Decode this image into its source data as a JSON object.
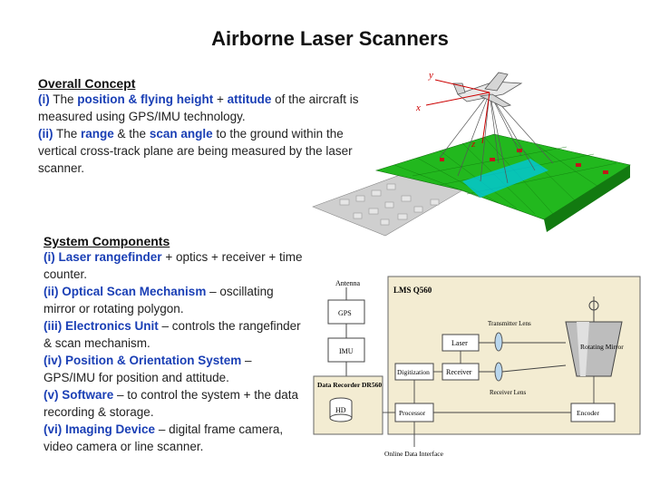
{
  "title": "Airborne Laser Scanners",
  "concept": {
    "heading": "Overall Concept",
    "p1": {
      "num": "(i)",
      "a": "The ",
      "b": "position & flying height",
      "c": " + ",
      "d": "attitude",
      "e": " of the aircraft is measured using GPS/IMU technology."
    },
    "p2": {
      "num": "(ii)",
      "a": "The ",
      "b": "range",
      "c": " & the ",
      "d": "scan angle",
      "e": " to the ground within the vertical cross-track plane are being measured by the laser scanner."
    }
  },
  "components": {
    "heading": "System Components",
    "items": [
      {
        "num": "(i)",
        "name": "Laser rangefinder",
        "rest": " + optics + receiver + time counter."
      },
      {
        "num": "(ii)",
        "name": "Optical Scan Mechanism",
        "rest": " – oscillating mirror or rotating polygon."
      },
      {
        "num": "(iii)",
        "name": "Electronics Unit",
        "rest": " – controls the rangefinder & scan mechanism."
      },
      {
        "num": "(iv)",
        "name": "Position & Orientation System",
        "rest": " – GPS/IMU for position and attitude."
      },
      {
        "num": "(v)",
        "name": "Software",
        "rest": " – to control the system + the data recording & storage."
      },
      {
        "num": "(vi)",
        "name": "Imaging Device",
        "rest": " – digital frame camera, video camera or line scanner."
      }
    ]
  },
  "illustration": {
    "axis_x": "x",
    "axis_y": "y",
    "axis_z": "z"
  },
  "diagram": {
    "antenna": "Antenna",
    "gps": "GPS",
    "imu": "IMU",
    "unit": "LMS Q560",
    "laser": "Laser",
    "tx_lens": "Transmitter Lens",
    "rx_lens": "Receiver Lens",
    "receiver": "Receiver",
    "digitization": "Digitization",
    "mirror": "Rotating Mirror",
    "recorder": "Data Recorder DR560",
    "hd": "HD",
    "processor": "Processor",
    "encoder": "Encoder",
    "interface": "Online Data Interface"
  }
}
